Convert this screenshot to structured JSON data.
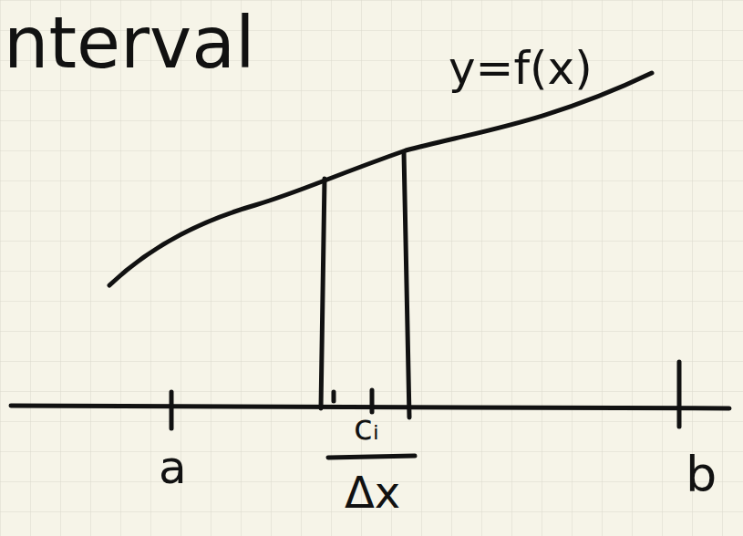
{
  "diagram": {
    "labels": [
      "nterval",
      "y=f(x)",
      "a",
      "cᵢ",
      "Δx",
      "b"
    ]
  }
}
